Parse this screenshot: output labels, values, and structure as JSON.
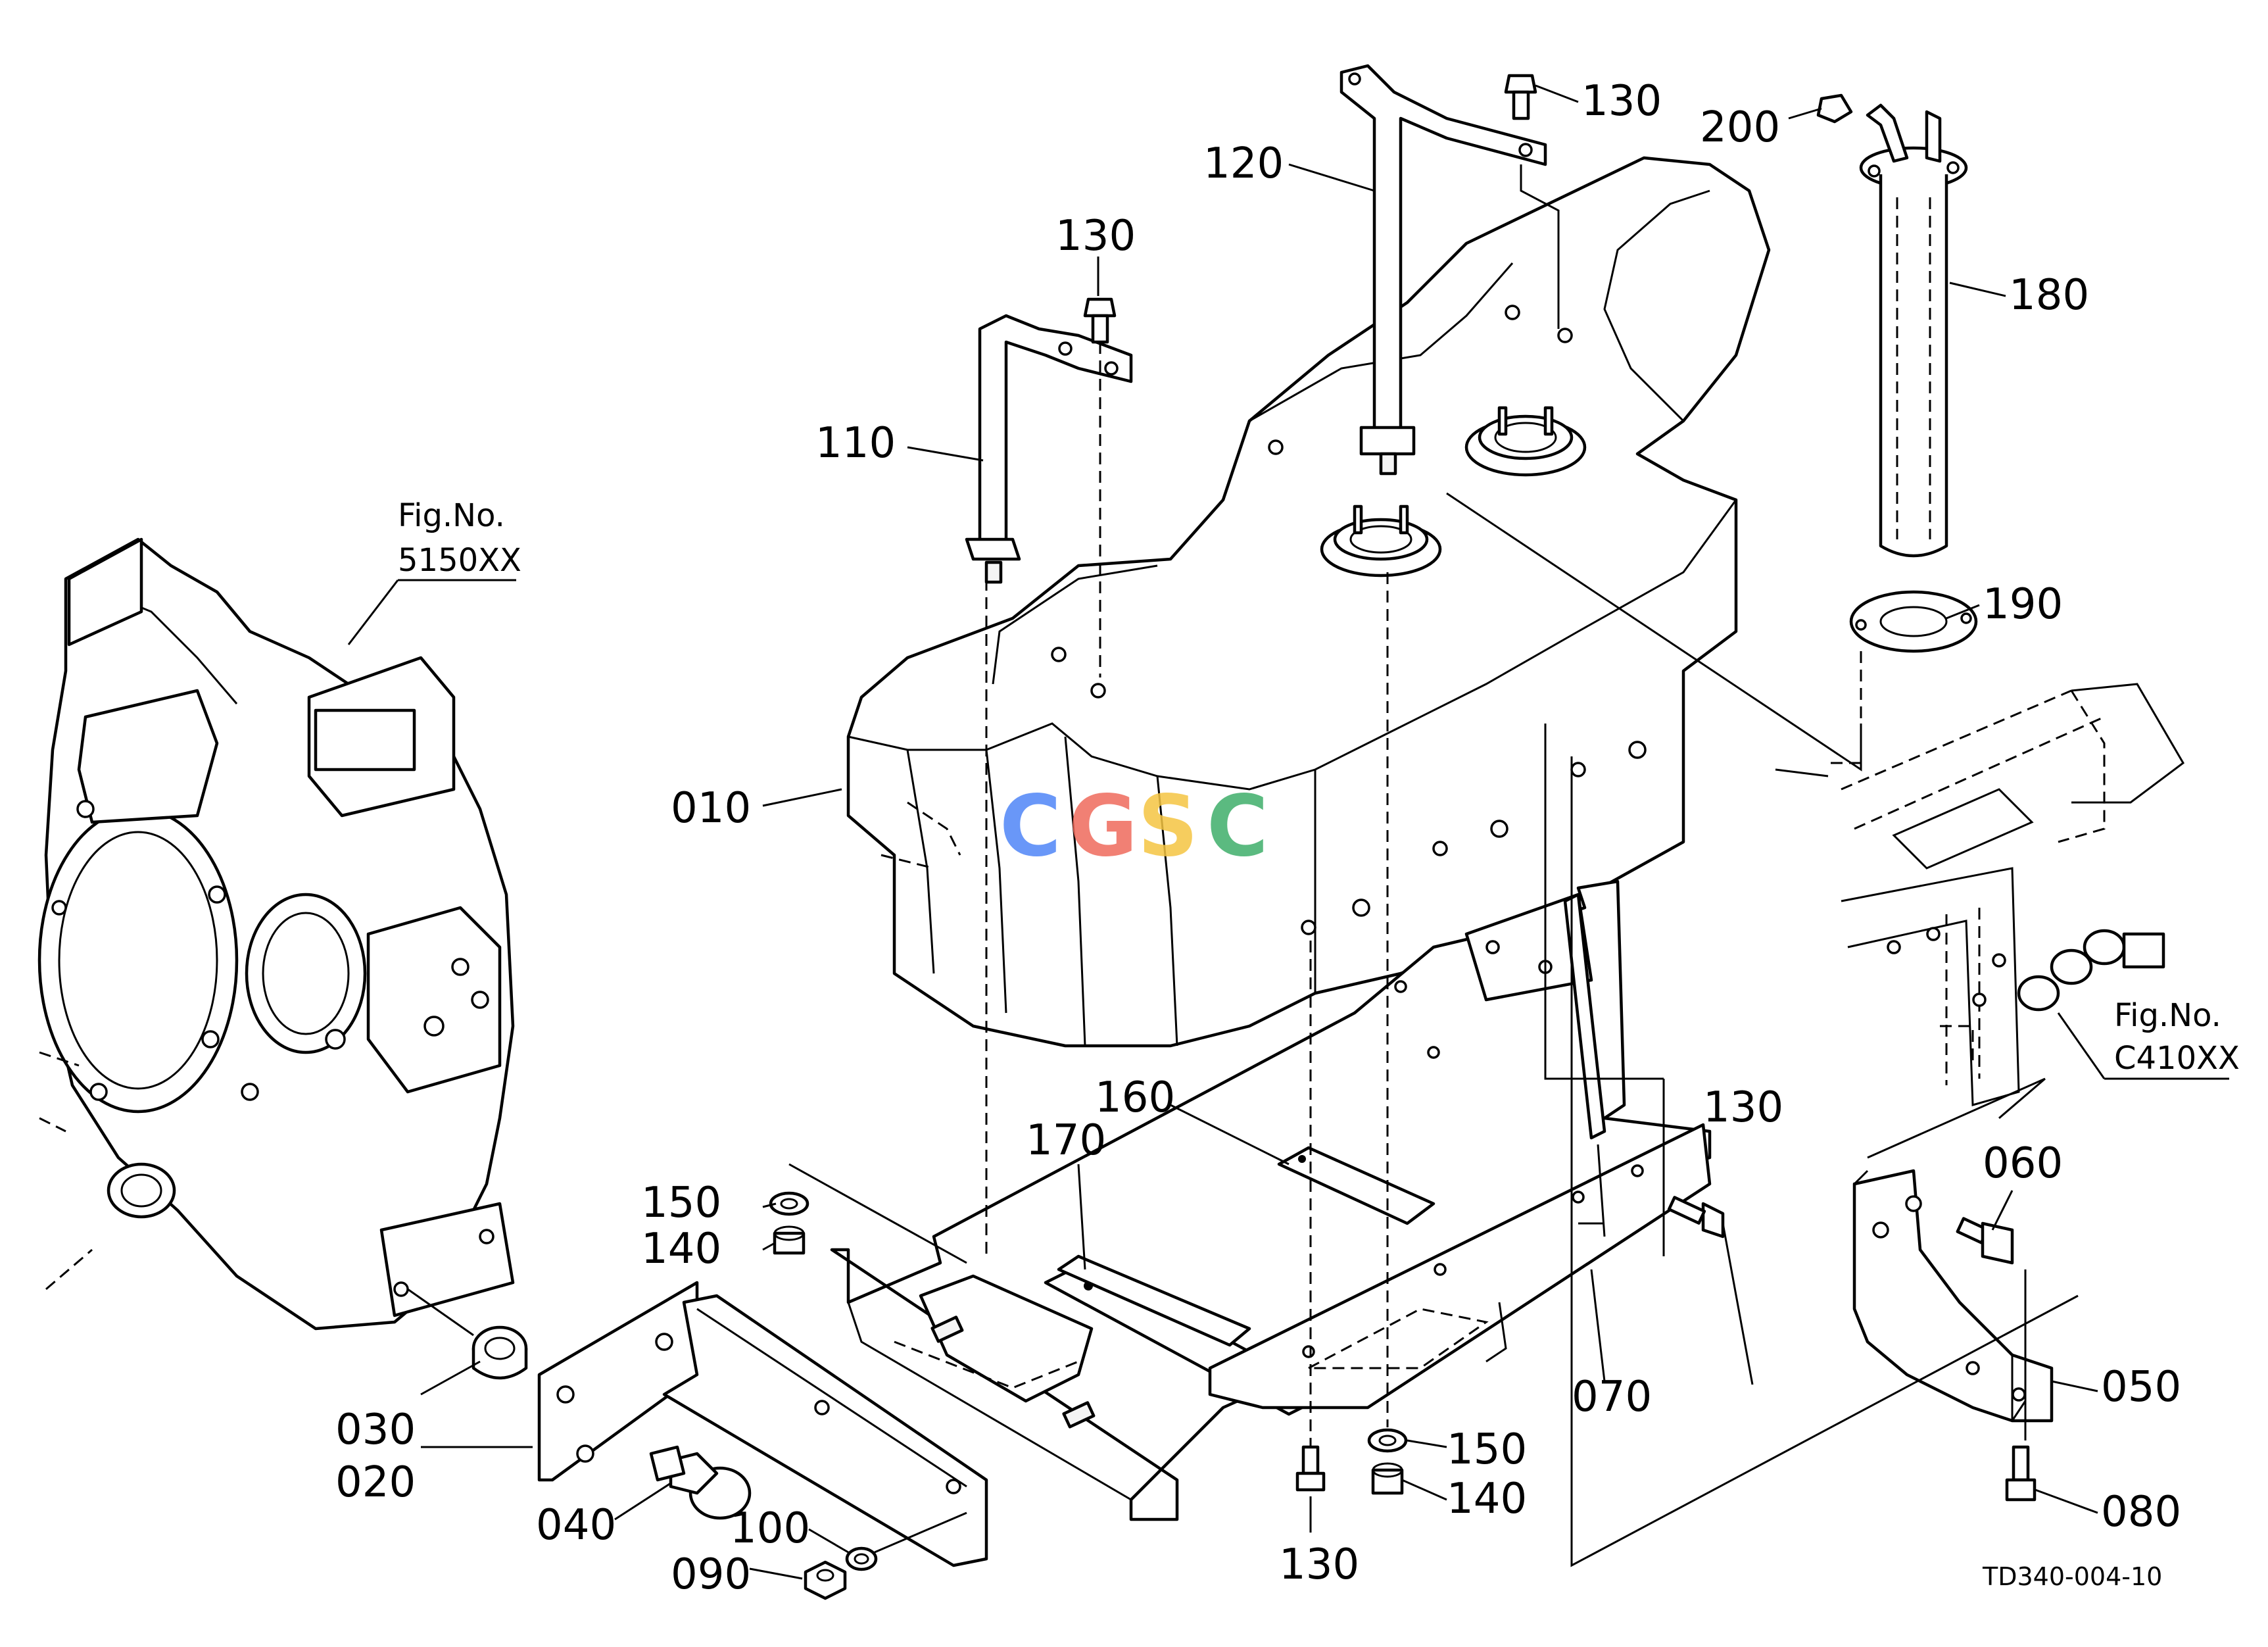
{
  "diagram": {
    "parts": [
      {
        "id": "010"
      },
      {
        "id": "020"
      },
      {
        "id": "030"
      },
      {
        "id": "040"
      },
      {
        "id": "050"
      },
      {
        "id": "060"
      },
      {
        "id": "070"
      },
      {
        "id": "080"
      },
      {
        "id": "090"
      },
      {
        "id": "100"
      },
      {
        "id": "110"
      },
      {
        "id": "120"
      },
      {
        "id": "130"
      },
      {
        "id": "140"
      },
      {
        "id": "150"
      },
      {
        "id": "160"
      },
      {
        "id": "170"
      },
      {
        "id": "180"
      },
      {
        "id": "190"
      },
      {
        "id": "200"
      }
    ],
    "labels": {
      "l010": "010",
      "l020": "020",
      "l030": "030",
      "l040": "040",
      "l050": "050",
      "l060": "060",
      "l070": "070",
      "l080": "080",
      "l090": "090",
      "l100": "100",
      "l110": "110",
      "l120": "120",
      "l130a": "130",
      "l130b": "130",
      "l130c": "130",
      "l130d": "130",
      "l140a": "140",
      "l140b": "140",
      "l150a": "150",
      "l150b": "150",
      "l160": "160",
      "l170": "170",
      "l180": "180",
      "l190": "190",
      "l200": "200"
    },
    "references": [
      {
        "fig_label": "Fig.No.",
        "fig_code": "5150XX"
      },
      {
        "fig_label": "Fig.No.",
        "fig_code": "C410XX"
      }
    ],
    "drawing_code": "TD340-004-10",
    "watermark": {
      "letters": [
        "C",
        "G",
        "S",
        "C"
      ],
      "colors": [
        "#4f86f7",
        "#ef6b5c",
        "#f5c542",
        "#3fae6a"
      ]
    }
  }
}
